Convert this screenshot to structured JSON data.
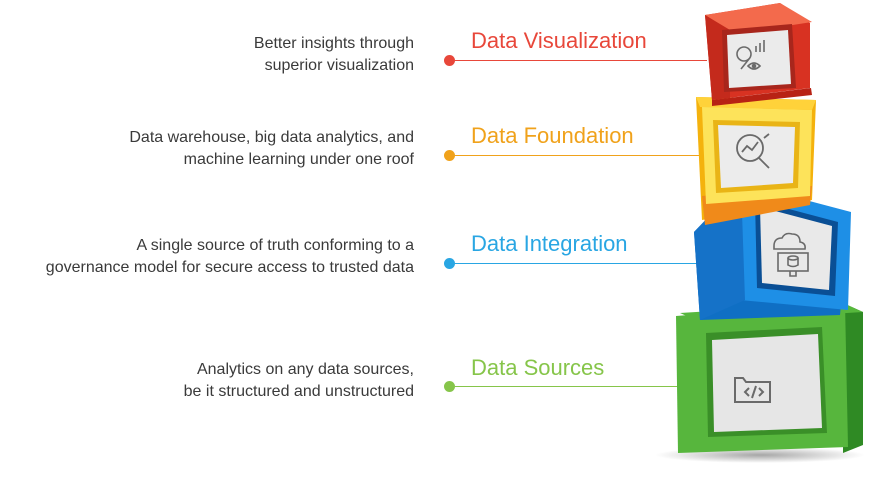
{
  "layers": [
    {
      "title": "Data Visualization",
      "desc_lines": [
        "Better insights through",
        "superior visualization"
      ],
      "color": "#e8473a",
      "icon": "magnifier-chart-eye-icon"
    },
    {
      "title": "Data Foundation",
      "desc_lines": [
        "Data warehouse, big data analytics, and",
        "machine learning under one roof"
      ],
      "color": "#f0a21b",
      "icon": "magnifier-graph-icon"
    },
    {
      "title": "Data Integration",
      "desc_lines": [
        "A single source of truth conforming to a",
        "governance model for secure access to trusted data"
      ],
      "color": "#29a6e3",
      "icon": "cloud-database-monitor-icon"
    },
    {
      "title": "Data Sources",
      "desc_lines": [
        "Analytics on any data sources,",
        "be it structured and unstructured"
      ],
      "color": "#86c54a",
      "icon": "folder-code-icon"
    }
  ]
}
